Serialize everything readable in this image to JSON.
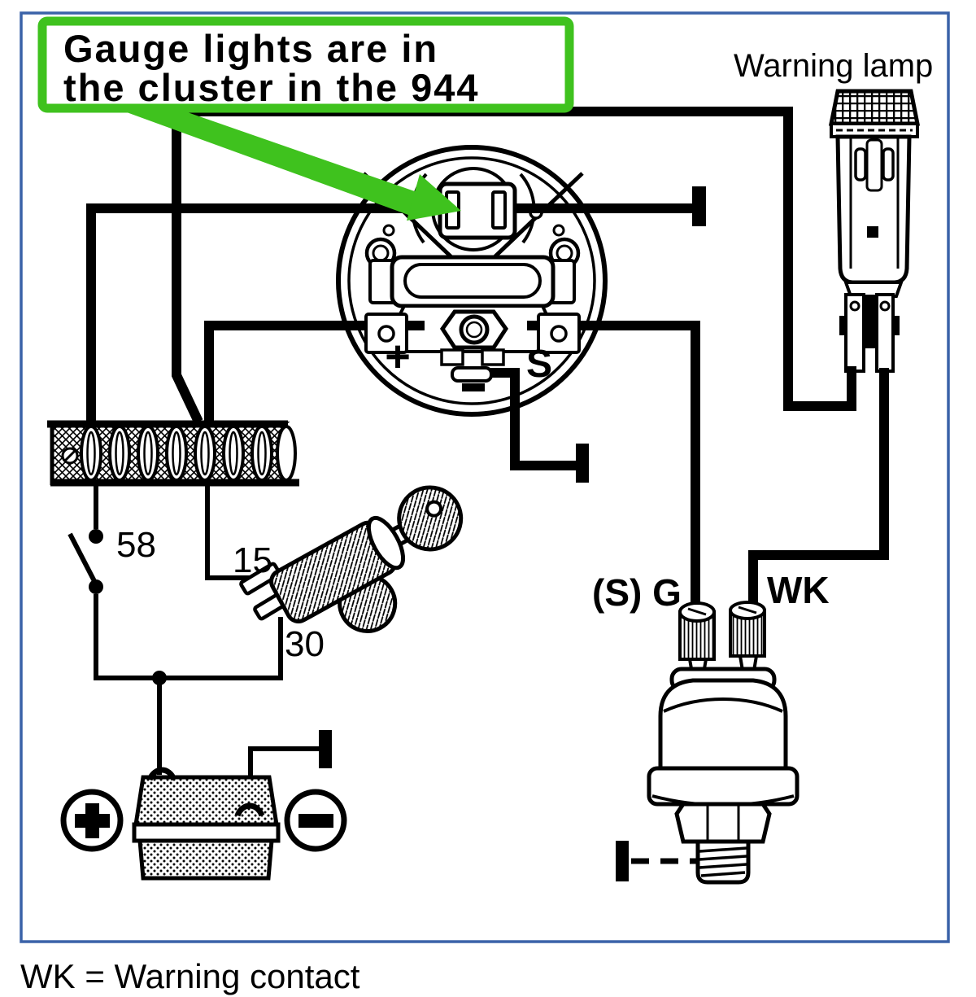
{
  "colors": {
    "border_blue": "#3A62A8",
    "annotation_green": "#3FC21E",
    "ink": "#000000"
  },
  "annotation": {
    "line1": "Gauge lights are in",
    "line2": "the cluster in the 944"
  },
  "component_labels": {
    "warning_lamp": "Warning lamp",
    "light_switch_terminal": "58",
    "ignition_terminal_15": "15",
    "ignition_terminal_30": "30",
    "sender_gauge_terminal": "(S) G",
    "sender_warning_terminal": "WK"
  },
  "gauge": {
    "plus_terminal": "+",
    "sender_terminal": "S"
  },
  "caption": {
    "text": "WK = Warning contact"
  }
}
